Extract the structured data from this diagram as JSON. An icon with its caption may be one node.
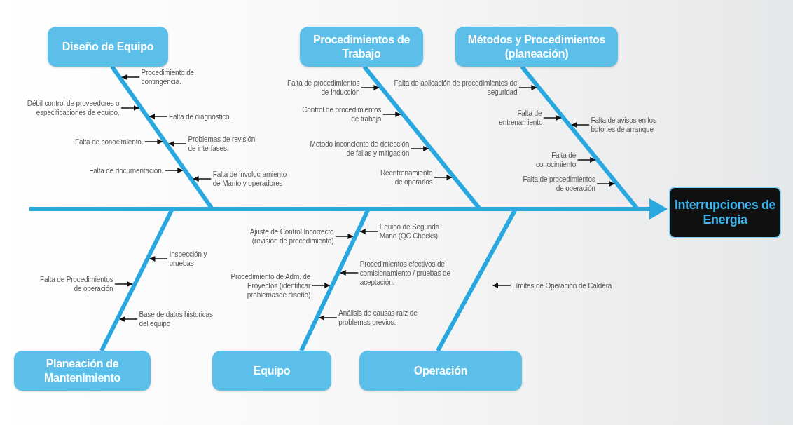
{
  "diagram": {
    "nodes": [
      {
        "text": [
          "Diseño de Equipo"
        ]
      },
      {
        "text": [
          "Procedimientos de Trabajo"
        ]
      },
      {
        "text": [
          "Métodos y Procedimientos (planeación)"
        ]
      },
      {
        "text": [
          "Procedimiento de contingencia."
        ]
      },
      {
        "text": [
          "Débil control de proveedores o especificaciones de equipo."
        ]
      },
      {
        "text": [
          "Falta de diagnóstico."
        ]
      },
      {
        "text": [
          "Falta de conocimiento."
        ]
      },
      {
        "text": [
          "Problemas de revisión de interfases."
        ]
      },
      {
        "text": [
          "Falta de documentación."
        ]
      },
      {
        "text": [
          "Falta de involucramiento de Manto y operadores"
        ]
      },
      {
        "text": [
          "Falta de procedimientos de Inducción"
        ]
      },
      {
        "text": [
          "Control de procedimientos de trabajo"
        ]
      },
      {
        "text": [
          "Metodo inconciente de detección de fallas y mitigación"
        ]
      },
      {
        "text": [
          "Reentrenamiento de operarios"
        ]
      },
      {
        "text": [
          "Falta de aplicación de procedimientos de seguridad"
        ]
      },
      {
        "text": [
          "Falta de entrenamiento"
        ]
      },
      {
        "text": [
          "Falta de avisos en los botones de arranque"
        ]
      },
      {
        "text": [
          "Falta de conocimiento"
        ]
      },
      {
        "text": [
          "Falta de procedimientos de operación"
        ]
      },
      {
        "text": [
          "Interrupciones de Energia"
        ]
      },
      {
        "text": [
          "Inspección y pruebas"
        ]
      },
      {
        "text": [
          "Falta de Procedimientos de operación"
        ]
      },
      {
        "text": [
          "Base de datos historicas del equipo"
        ]
      },
      {
        "text": [
          "Ajuste de Control Incorrecto (revisión de procedimiento)"
        ]
      },
      {
        "text": [
          "Equipo de Segunda Mano (QC Checks)"
        ]
      },
      {
        "text": [
          "Procedimiento de Adm. de Proyectos (identificar problemasde diseño)"
        ]
      },
      {
        "text": [
          "Procedimientos efectivos de comisionamiento / pruebas de aceptación."
        ]
      },
      {
        "text": [
          "Análisis de causas raíz de problemas previos."
        ]
      },
      {
        "text": [
          "Límites de Operación de Caldera"
        ]
      },
      {
        "text": [
          "Planeación de Mantenimiento"
        ]
      },
      {
        "text": [
          "Equipo"
        ]
      },
      {
        "text": [
          "Operación"
        ]
      }
    ],
    "edges": [
      {
        "from": null,
        "to": 19,
        "arrow": "to",
        "style": "thick",
        "color": "#29a8e0"
      },
      {
        "from": 0,
        "to": null,
        "arrow": "none",
        "style": "thick",
        "color": "#29a8e0"
      },
      {
        "from": 1,
        "to": null,
        "arrow": "none",
        "style": "thick",
        "color": "#29a8e0"
      },
      {
        "from": 2,
        "to": null,
        "arrow": "none",
        "style": "thick",
        "color": "#29a8e0"
      },
      {
        "from": 29,
        "to": null,
        "arrow": "none",
        "style": "thick",
        "color": "#29a8e0"
      },
      {
        "from": 30,
        "to": null,
        "arrow": "none",
        "style": "thick",
        "color": "#29a8e0"
      },
      {
        "from": 31,
        "to": null,
        "arrow": "none",
        "style": "thick",
        "color": "#29a8e0"
      },
      {
        "from": 3,
        "to": null,
        "arrow": "to"
      },
      {
        "from": 4,
        "to": null,
        "arrow": "to"
      },
      {
        "from": 5,
        "to": null,
        "arrow": "to"
      },
      {
        "from": 6,
        "to": null,
        "arrow": "to"
      },
      {
        "from": 7,
        "to": null,
        "arrow": "to"
      },
      {
        "from": 8,
        "to": null,
        "arrow": "to"
      },
      {
        "from": 9,
        "to": null,
        "arrow": "to"
      },
      {
        "from": 10,
        "to": null,
        "arrow": "to"
      },
      {
        "from": 11,
        "to": null,
        "arrow": "to"
      },
      {
        "from": 12,
        "to": null,
        "arrow": "to"
      },
      {
        "from": 13,
        "to": null,
        "arrow": "to"
      },
      {
        "from": 14,
        "to": null,
        "arrow": "to"
      },
      {
        "from": 15,
        "to": null,
        "arrow": "to"
      },
      {
        "from": 16,
        "to": null,
        "arrow": "to"
      },
      {
        "from": 17,
        "to": null,
        "arrow": "to"
      },
      {
        "from": 18,
        "to": null,
        "arrow": "to"
      },
      {
        "from": 20,
        "to": null,
        "arrow": "to"
      },
      {
        "from": 21,
        "to": null,
        "arrow": "to"
      },
      {
        "from": 22,
        "to": null,
        "arrow": "to"
      },
      {
        "from": 23,
        "to": null,
        "arrow": "to"
      },
      {
        "from": 24,
        "to": null,
        "arrow": "to"
      },
      {
        "from": 25,
        "to": null,
        "arrow": "to"
      },
      {
        "from": 26,
        "to": null,
        "arrow": "to"
      },
      {
        "from": 27,
        "to": null,
        "arrow": "to"
      },
      {
        "from": 28,
        "to": null,
        "arrow": "to"
      }
    ]
  }
}
